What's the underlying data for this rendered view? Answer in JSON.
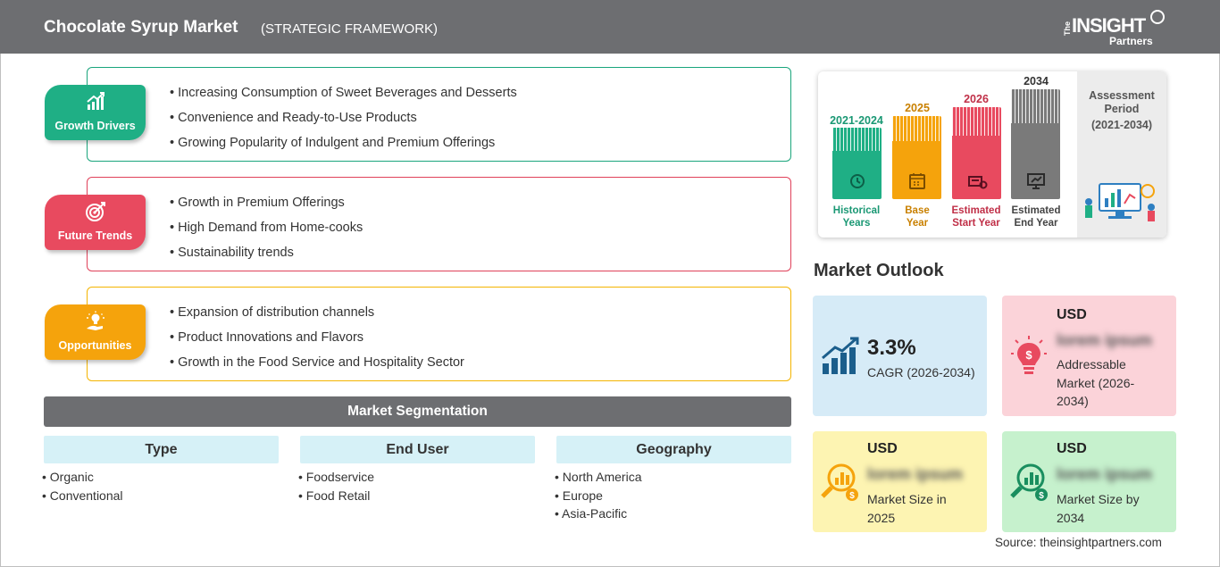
{
  "header": {
    "title": "Chocolate Syrup Market",
    "subtitle": "(STRATEGIC FRAMEWORK)",
    "logo": {
      "the": "The",
      "insight": "INSIGHT",
      "partners": "Partners"
    }
  },
  "framework": {
    "growth_drivers": {
      "label": "Growth Drivers",
      "icon": "growth-chart-icon",
      "color": "#1faf85",
      "items": [
        "Increasing Consumption of Sweet Beverages and Desserts",
        "Convenience and Ready-to-Use Products",
        "Growing Popularity of Indulgent and Premium Offerings"
      ]
    },
    "future_trends": {
      "label": "Future Trends",
      "icon": "target-icon",
      "color": "#e84a5f",
      "items": [
        "Growth in Premium Offerings",
        "High Demand from Home-cooks",
        "Sustainability trends"
      ]
    },
    "opportunities": {
      "label": "Opportunities",
      "icon": "lightbulb-hand-icon",
      "color": "#f5a30c",
      "items": [
        "Expansion of distribution channels",
        "Product Innovations and Flavors",
        "Growth in the Food Service and Hospitality Sector"
      ]
    }
  },
  "segmentation": {
    "title": "Market Segmentation",
    "columns": [
      {
        "header": "Type",
        "items": [
          "Organic",
          "Conventional"
        ]
      },
      {
        "header": "End User",
        "items": [
          "Foodservice",
          "Food Retail"
        ]
      },
      {
        "header": "Geography",
        "items": [
          "North America",
          "Europe",
          "Asia-Pacific"
        ]
      }
    ]
  },
  "timeline": {
    "periods": [
      {
        "year": "2021-2024",
        "label1": "Historical",
        "label2": "Years",
        "color": "#1faf85",
        "icon": "history-icon"
      },
      {
        "year": "2025",
        "label1": "Base",
        "label2": "Year",
        "color": "#f5a30c",
        "icon": "calendar-icon"
      },
      {
        "year": "2026",
        "label1": "Estimated",
        "label2": "Start Year",
        "color": "#e84a5f",
        "icon": "start-flag-icon"
      },
      {
        "year": "2034",
        "label1": "Estimated",
        "label2": "End Year",
        "color": "#7a7a7a",
        "icon": "presentation-icon"
      }
    ],
    "assessment": {
      "label1": "Assessment",
      "label2": "Period",
      "range": "(2021-2034)"
    }
  },
  "outlook": {
    "title": "Market Outlook",
    "cagr": {
      "value": "3.3%",
      "label": "CAGR (2026-2034)",
      "icon": "rising-bars-icon"
    },
    "addressable": {
      "currency": "USD",
      "value": "lorem ipsum",
      "label1": "Addressable",
      "label2": "Market (2026-",
      "label3": "2034)",
      "icon": "money-bulb-icon"
    },
    "size_2025": {
      "currency": "USD",
      "value": "lorem ipsum",
      "label1": "Market Size in",
      "label2": "2025",
      "icon": "magnifier-coins-icon"
    },
    "size_2034": {
      "currency": "USD",
      "value": "lorem ipsum",
      "label1": "Market Size by",
      "label2": "2034",
      "icon": "magnifier-chart-icon"
    }
  },
  "source": "Source: theinsightpartners.com"
}
